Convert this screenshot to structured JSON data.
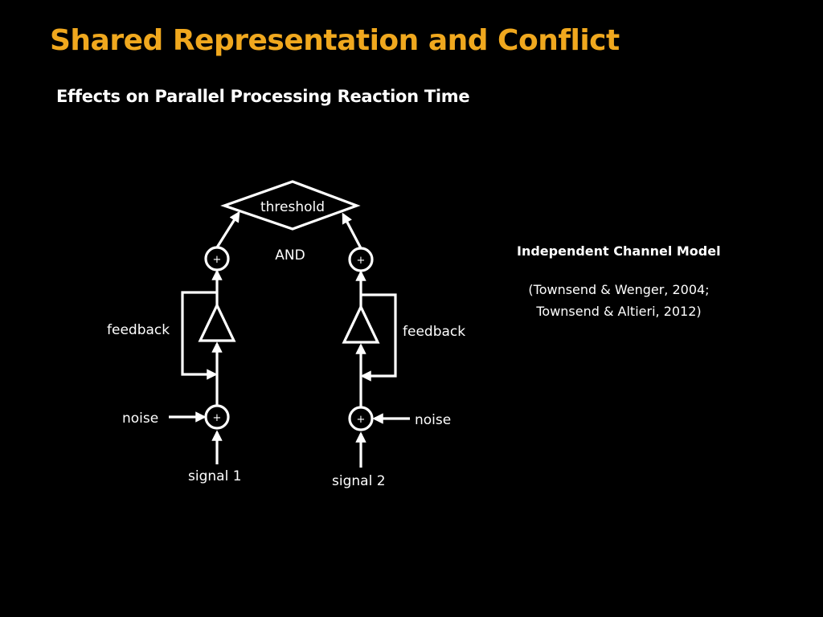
{
  "slide": {
    "title": "Shared Representation and Conflict",
    "subtitle": "Effects on Parallel Processing Reaction Time"
  },
  "diagram": {
    "threshold_label": "threshold",
    "and_label": "AND",
    "plus_symbol": "+",
    "left_channel": {
      "feedback_label": "feedback",
      "noise_label": "noise",
      "signal_label": "signal 1"
    },
    "right_channel": {
      "feedback_label": "feedback",
      "noise_label": "noise",
      "signal_label": "signal 2"
    }
  },
  "model": {
    "title": "Independent Channel Model",
    "citation_lines": [
      "(Townsend & Wenger, 2004;",
      "Townsend & Altieri, 2012)"
    ]
  },
  "colors": {
    "background": "#000000",
    "title": "#f0a81e",
    "text": "#ffffff",
    "lines": "#ffffff"
  }
}
